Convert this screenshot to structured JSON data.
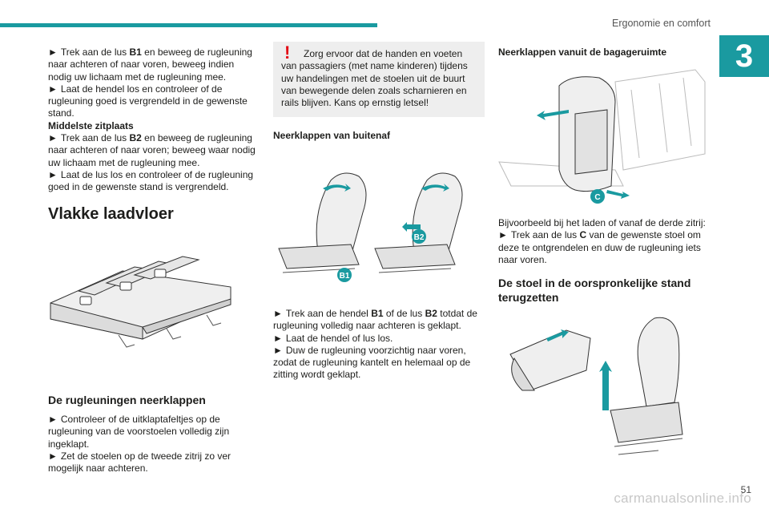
{
  "header": {
    "title": "Ergonomie en comfort",
    "chapter": "3"
  },
  "page_number": "51",
  "watermark": "carmanualsonline.info",
  "col1": {
    "p1": {
      "arrow": "►",
      "pre": "Trek aan de lus ",
      "bold": "B1",
      "post": " en beweeg de rugleuning naar achteren of naar voren, beweeg indien nodig uw lichaam met de rugleuning mee."
    },
    "p2": {
      "arrow": "►",
      "text": "Laat de hendel los en controleer of de rugleuning goed is vergrendeld in de gewenste stand."
    },
    "subhead": "Middelste zitplaats",
    "p3": {
      "arrow": "►",
      "pre": "Trek aan de lus ",
      "bold": "B2",
      "post": " en beweeg de rugleuning naar achteren of naar voren; beweeg waar nodig uw lichaam met de rugleuning mee."
    },
    "p4": {
      "arrow": "►",
      "text": "Laat de lus los en controleer of de rugleuning goed in de gewenste stand is vergrendeld."
    },
    "h2": "Vlakke laadvloer",
    "h3": "De rugleuningen neerklappen",
    "p5": {
      "arrow": "►",
      "text": "Controleer of de uitklaptafeltjes op de rugleuning van de voorstoelen volledig zijn ingeklapt."
    },
    "p6": {
      "arrow": "►",
      "text": "Zet de stoelen op de tweede zitrij zo ver mogelijk naar achteren."
    }
  },
  "col2": {
    "warning_icon": "!",
    "warning_line1": "Zorg ervoor dat de handen en voeten",
    "warning_rest": "van passagiers (met name kinderen) tijdens uw handelingen met de stoelen uit de buurt van bewegende delen zoals scharnieren en rails blijven. Kans op ernstig letsel!",
    "subhead": "Neerklappen van buitenaf",
    "labels": {
      "b1": "B1",
      "b2": "B2"
    },
    "p1": {
      "arrow": "►",
      "pre": "Trek aan de hendel ",
      "bold1": "B1",
      "mid": " of de lus ",
      "bold2": "B2",
      "post": " totdat de rugleuning volledig naar achteren is geklapt."
    },
    "p2": {
      "arrow": "►",
      "text": "Laat de hendel of lus los."
    },
    "p3": {
      "arrow": "►",
      "text": "Duw de rugleuning voorzichtig naar voren, zodat de rugleuning kantelt en helemaal op de zitting wordt geklapt."
    }
  },
  "col3": {
    "subhead": "Neerklappen vanuit de bagageruimte",
    "label_c": "C",
    "p0": "Bijvoorbeeld bij het laden of vanaf de derde zitrij:",
    "p1": {
      "arrow": "►",
      "pre": "Trek aan de lus ",
      "bold": "C",
      "post": " van de gewenste stoel om deze te ontgrendelen en duw de rugleuning iets naar voren."
    },
    "h3": "De stoel in de oorspronkelijke stand terugzetten"
  },
  "colors": {
    "accent": "#1a9aa0",
    "warning": "#e30613",
    "arrow": "#1a9aa0"
  }
}
